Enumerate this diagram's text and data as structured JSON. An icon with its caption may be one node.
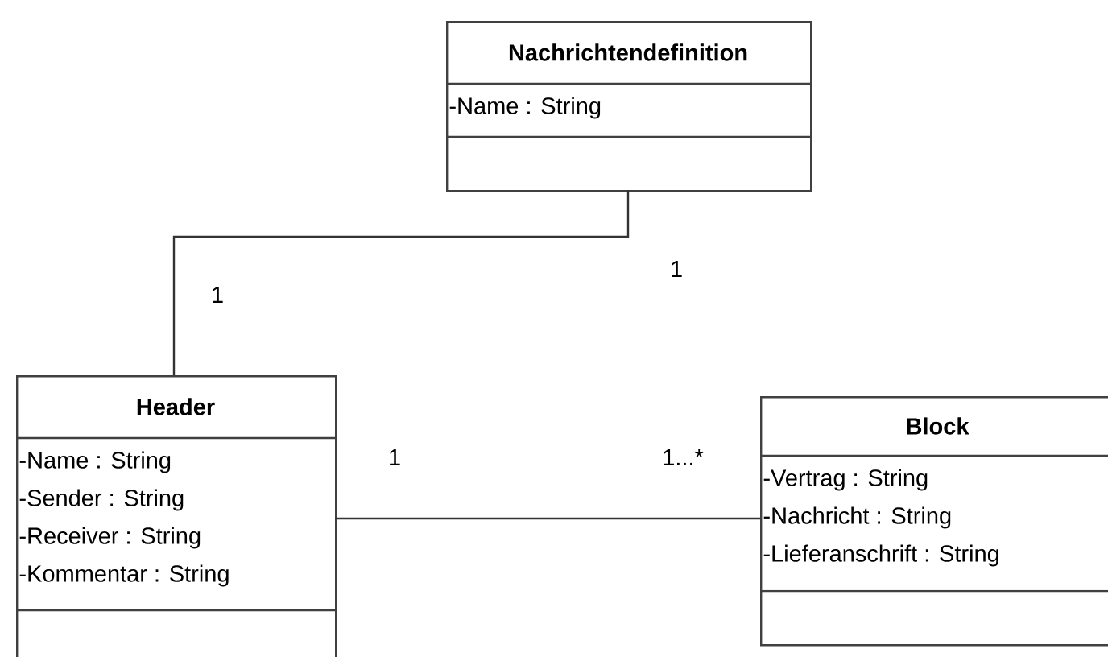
{
  "diagram": {
    "nodes": [
      {
        "text": [
          "Nachrichtendefinition",
          "-Name : String"
        ]
      },
      {
        "text": [
          "Header",
          "-Name : String",
          "-Sender : String",
          "-Receiver : String",
          "-Kommentar : String"
        ]
      },
      {
        "text": [
          "Block",
          "-Vertrag : String",
          "-Nachricht : String",
          "-Lieferanschrift : String"
        ]
      }
    ],
    "edges": [
      {
        "from": 0,
        "to": 1,
        "arrow": "none"
      },
      {
        "from": 1,
        "to": 2,
        "arrow": "none"
      }
    ],
    "labels": [
      "1",
      "1",
      "1",
      "1...*"
    ]
  }
}
